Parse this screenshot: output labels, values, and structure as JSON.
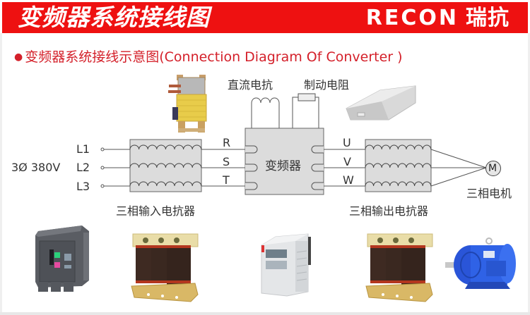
{
  "header": {
    "title": "变频器系统接线图",
    "brand_latin": "RECON",
    "brand_cn": "瑞抗",
    "background_color": "#ee1111"
  },
  "subtitle": {
    "bullet": "●",
    "text": "变频器系统接线示意图(Connection Diagram Of Converter )",
    "color": "#d4202a"
  },
  "diagram": {
    "supply_label": "3Ø 380V",
    "input_lines": [
      "L1",
      "L2",
      "L3"
    ],
    "inverter_inputs": [
      "R",
      "S",
      "T"
    ],
    "inverter_outputs": [
      "U",
      "V",
      "W"
    ],
    "inverter_label": "变频器",
    "dc_reactor_label": "直流电抗",
    "brake_resistor_label": "制动电阻",
    "input_reactor_label": "三相输入电抗器",
    "output_reactor_label": "三相输出电抗器",
    "motor_symbol": "M",
    "motor_label": "三相电机"
  },
  "photos": [
    {
      "name": "dc-reactor-photo",
      "caption": ""
    },
    {
      "name": "brake-resistor-photo",
      "caption": ""
    },
    {
      "name": "circuit-breaker-photo",
      "caption": ""
    },
    {
      "name": "input-reactor-photo",
      "caption": ""
    },
    {
      "name": "inverter-photo",
      "caption": ""
    },
    {
      "name": "output-reactor-photo",
      "caption": ""
    },
    {
      "name": "motor-photo",
      "caption": ""
    }
  ]
}
